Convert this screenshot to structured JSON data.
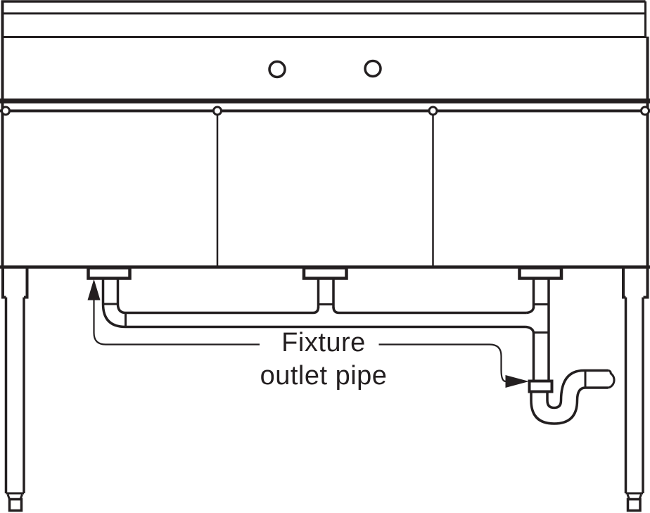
{
  "colors": {
    "ink": "#231f20",
    "background": "#ffffff"
  },
  "annotation": {
    "label_line1": "Fixture",
    "label_line2": "outlet pipe"
  },
  "figure": {
    "kind": "technical line drawing, front elevation",
    "compartments": 3,
    "faucet_holes": 2,
    "drain_outlets": 3
  }
}
